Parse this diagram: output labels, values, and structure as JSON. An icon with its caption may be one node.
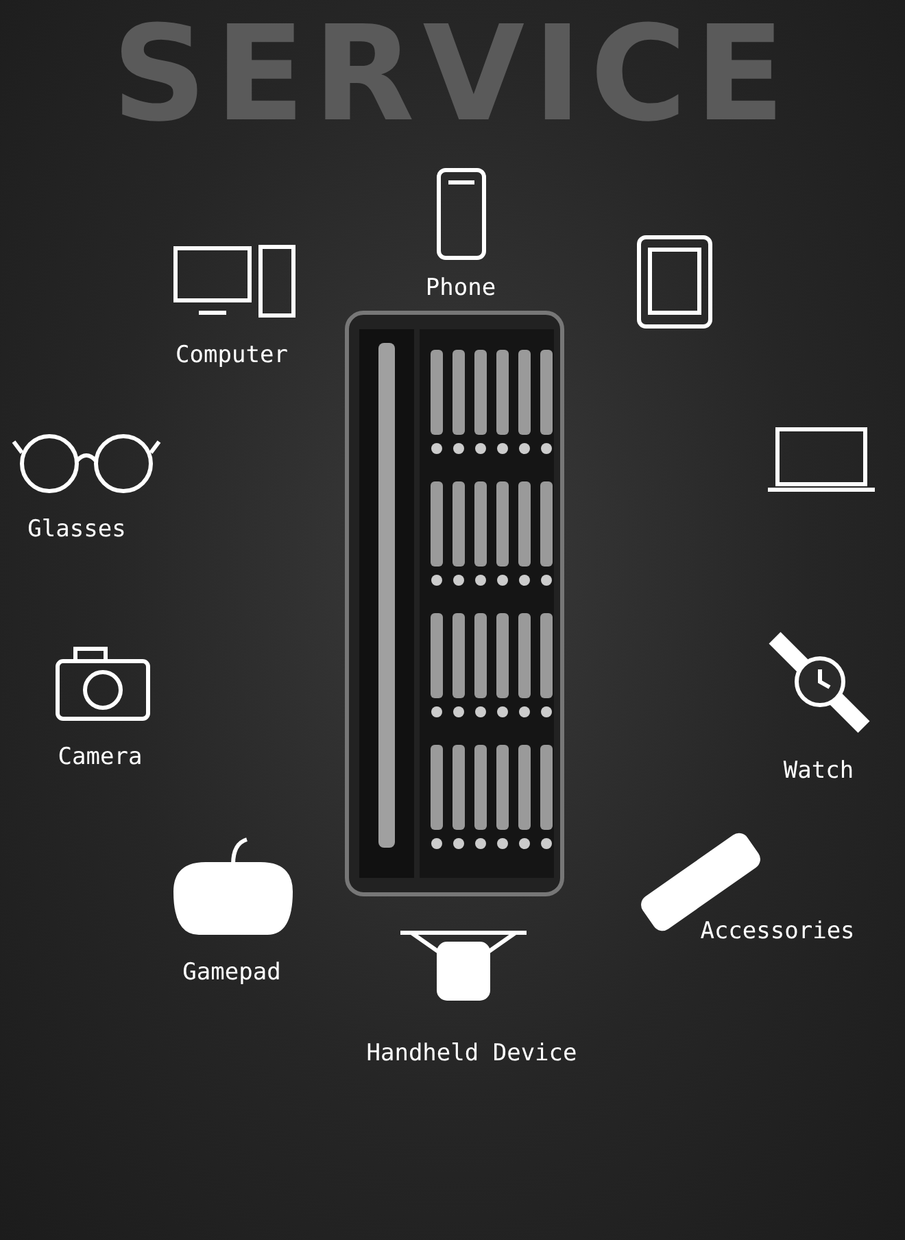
{
  "diagram": {
    "title": "SERVICE",
    "labels": [
      "Phone",
      "Computer",
      "Glasses",
      "Camera",
      "Watch",
      "Gamepad",
      "Accessories",
      "Handheld Device"
    ]
  }
}
